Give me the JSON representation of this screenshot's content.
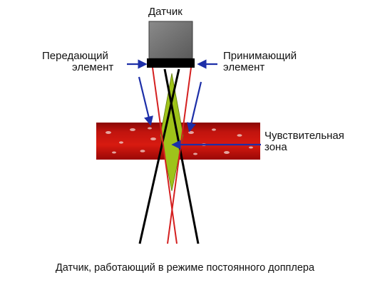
{
  "labels": {
    "sensor": "Датчик",
    "transmitter_line1": "Передающий",
    "transmitter_line2": "элемент",
    "receiver_line1": "Принимающий",
    "receiver_line2": "элемент",
    "zone_line1": "Чувствительная",
    "zone_line2": "зона"
  },
  "caption": "Датчик, работающий в режиме постоянного допплера",
  "colors": {
    "sensor_body": "#6e6e6e",
    "sensor_base": "#000000",
    "vessel": "#c0140e",
    "vessel_dark": "#8a0605",
    "transmit_beam": "#000000",
    "receive_beam": "#d42020",
    "sensitive_zone": "#9ec31a",
    "arrow": "#1d2fa8"
  }
}
